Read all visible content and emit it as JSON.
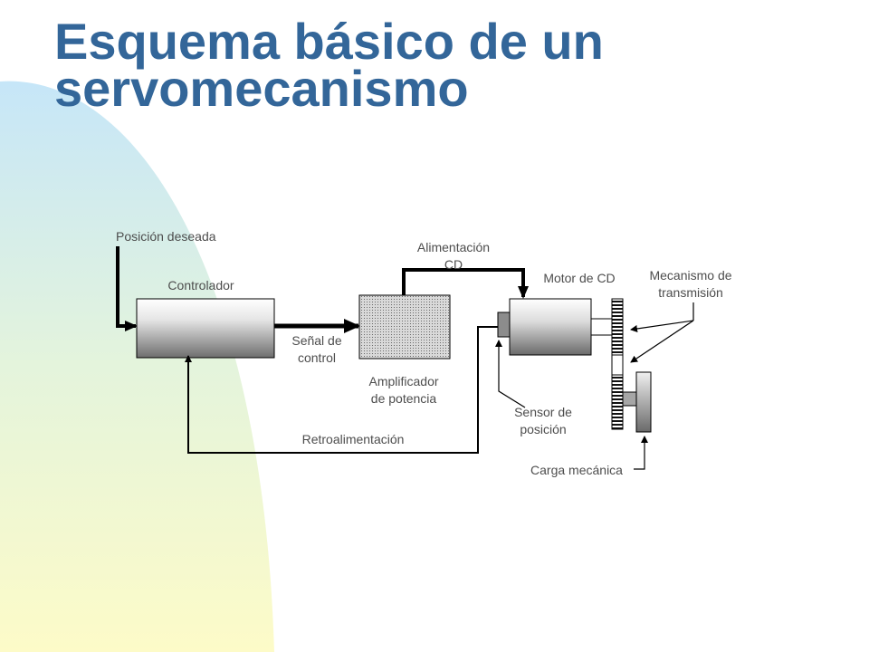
{
  "slide": {
    "title_line1": "Esquema básico de un",
    "title_line2": "servomecanismo",
    "title_color": "#336699"
  },
  "diagram": {
    "labels": {
      "desired_position": "Posición deseada",
      "controller": "Controlador",
      "control_signal_1": "Señal de",
      "control_signal_2": "control",
      "amplifier_1": "Amplificador",
      "amplifier_2": "de potencia",
      "supply_1": "Alimentación",
      "supply_2": "CD",
      "motor": "Motor de CD",
      "transmission_1": "Mecanismo de",
      "transmission_2": "transmisión",
      "position_sensor_1": "Sensor de",
      "position_sensor_2": "posición",
      "feedback": "Retroalimentación",
      "mechanical_load": "Carga mecánica"
    },
    "background_gradient": [
      "#c6e6f8",
      "#fdfbc8"
    ]
  }
}
